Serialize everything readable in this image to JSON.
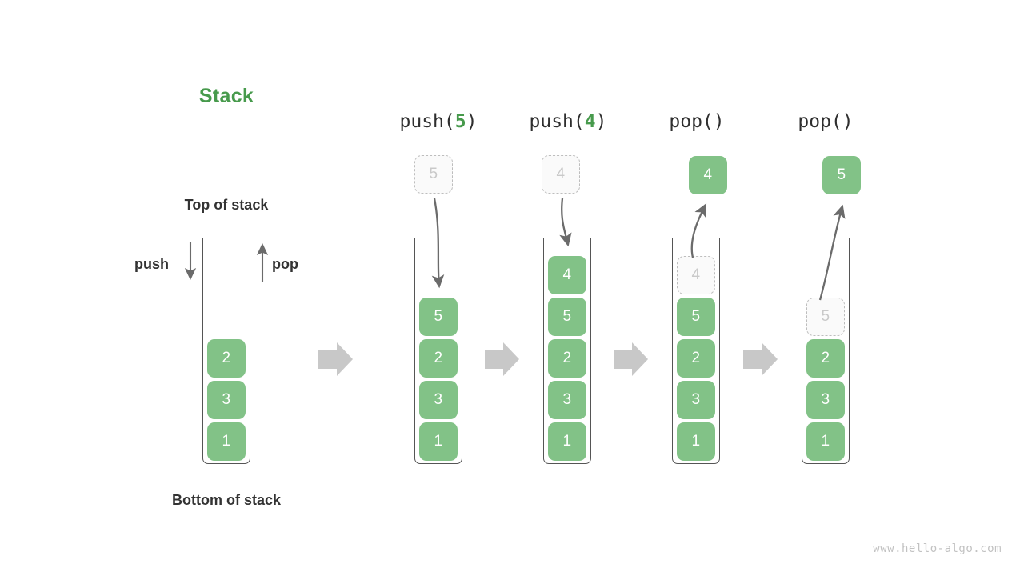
{
  "diagram": {
    "title": "Stack",
    "title_color": "#479a4c",
    "top_label": "Top of stack",
    "bottom_label": "Bottom of stack",
    "push_label": "push",
    "pop_label": "pop",
    "watermark": "www.hello-algo.com",
    "accent_color": "#82c287",
    "ghost_border_color": "#bdbdbd",
    "flow_arrow_color": "#c8c8c8",
    "stroke_color": "#555555"
  },
  "stages": [
    {
      "name": "initial",
      "header": "",
      "header_prefix": "",
      "header_arg": "",
      "header_suffix": "",
      "floating": null,
      "cells": [
        {
          "value": "2",
          "state": "solid"
        },
        {
          "value": "3",
          "state": "solid"
        },
        {
          "value": "1",
          "state": "solid"
        }
      ]
    },
    {
      "name": "push-5",
      "header": "push(5)",
      "header_prefix": "push(",
      "header_arg": "5",
      "header_suffix": ")",
      "floating": {
        "value": "5",
        "state": "ghost",
        "direction": "in"
      },
      "cells": [
        {
          "value": "5",
          "state": "solid"
        },
        {
          "value": "2",
          "state": "solid"
        },
        {
          "value": "3",
          "state": "solid"
        },
        {
          "value": "1",
          "state": "solid"
        }
      ]
    },
    {
      "name": "push-4",
      "header": "push(4)",
      "header_prefix": "push(",
      "header_arg": "4",
      "header_suffix": ")",
      "floating": {
        "value": "4",
        "state": "ghost",
        "direction": "in"
      },
      "cells": [
        {
          "value": "4",
          "state": "solid"
        },
        {
          "value": "5",
          "state": "solid"
        },
        {
          "value": "2",
          "state": "solid"
        },
        {
          "value": "3",
          "state": "solid"
        },
        {
          "value": "1",
          "state": "solid"
        }
      ]
    },
    {
      "name": "pop-4",
      "header": "pop()",
      "header_prefix": "pop()",
      "header_arg": "",
      "header_suffix": "",
      "floating": {
        "value": "4",
        "state": "solid",
        "direction": "out"
      },
      "cells": [
        {
          "value": "4",
          "state": "ghost"
        },
        {
          "value": "5",
          "state": "solid"
        },
        {
          "value": "2",
          "state": "solid"
        },
        {
          "value": "3",
          "state": "solid"
        },
        {
          "value": "1",
          "state": "solid"
        }
      ]
    },
    {
      "name": "pop-5",
      "header": "pop()",
      "header_prefix": "pop()",
      "header_arg": "",
      "header_suffix": "",
      "floating": {
        "value": "5",
        "state": "solid",
        "direction": "out"
      },
      "cells": [
        {
          "value": "5",
          "state": "ghost"
        },
        {
          "value": "2",
          "state": "solid"
        },
        {
          "value": "3",
          "state": "solid"
        },
        {
          "value": "1",
          "state": "solid"
        }
      ]
    }
  ],
  "flow_arrows": [
    {
      "name": "flow-arrow-1"
    },
    {
      "name": "flow-arrow-2"
    },
    {
      "name": "flow-arrow-3"
    },
    {
      "name": "flow-arrow-4"
    }
  ]
}
